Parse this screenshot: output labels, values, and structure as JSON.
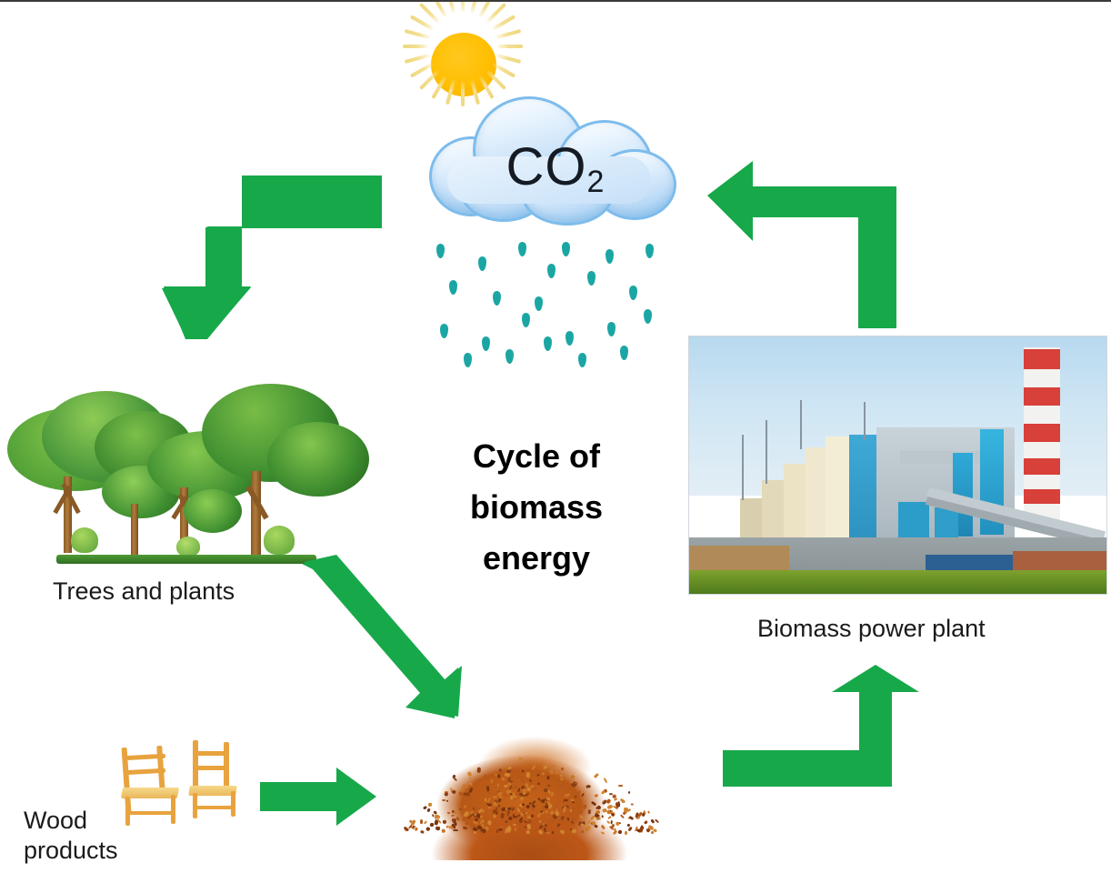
{
  "diagram": {
    "title": "Cycle of biomass energy",
    "title_lines": [
      "Cycle of",
      "biomass",
      "energy"
    ],
    "accent_green": "#17a84a",
    "background": "#ffffff"
  },
  "nodes": {
    "sun": {
      "icon": "sun-icon",
      "color": "#ffbe00"
    },
    "cloud": {
      "icon": "cloud-icon",
      "label": "CO",
      "subscript": "2",
      "color": "#bfdcf7"
    },
    "rain": {
      "icon": "raindrops-icon",
      "color": "#1ba6a4"
    },
    "trees": {
      "icon": "trees-icon",
      "label": "Trees and plants"
    },
    "wood_products": {
      "icon": "wooden-chairs-icon",
      "label_line1": "Wood",
      "label_line2": "products"
    },
    "sawdust": {
      "icon": "sawdust-pile-icon"
    },
    "power_plant": {
      "icon": "power-plant-photo",
      "label": "Biomass power plant"
    }
  },
  "arrows": [
    {
      "name": "arrow-co2-to-trees",
      "shape": "elbow-left-down",
      "direction": "down",
      "color": "#17a84a"
    },
    {
      "name": "arrow-plant-to-co2",
      "shape": "elbow-up-left",
      "direction": "left",
      "color": "#17a84a"
    },
    {
      "name": "arrow-trees-to-sawdust",
      "shape": "diagonal",
      "direction": "down-right",
      "color": "#17a84a"
    },
    {
      "name": "arrow-wood-to-sawdust",
      "shape": "straight",
      "direction": "right",
      "color": "#17a84a"
    },
    {
      "name": "arrow-sawdust-to-plant",
      "shape": "elbow-right-up",
      "direction": "up",
      "color": "#17a84a"
    }
  ]
}
